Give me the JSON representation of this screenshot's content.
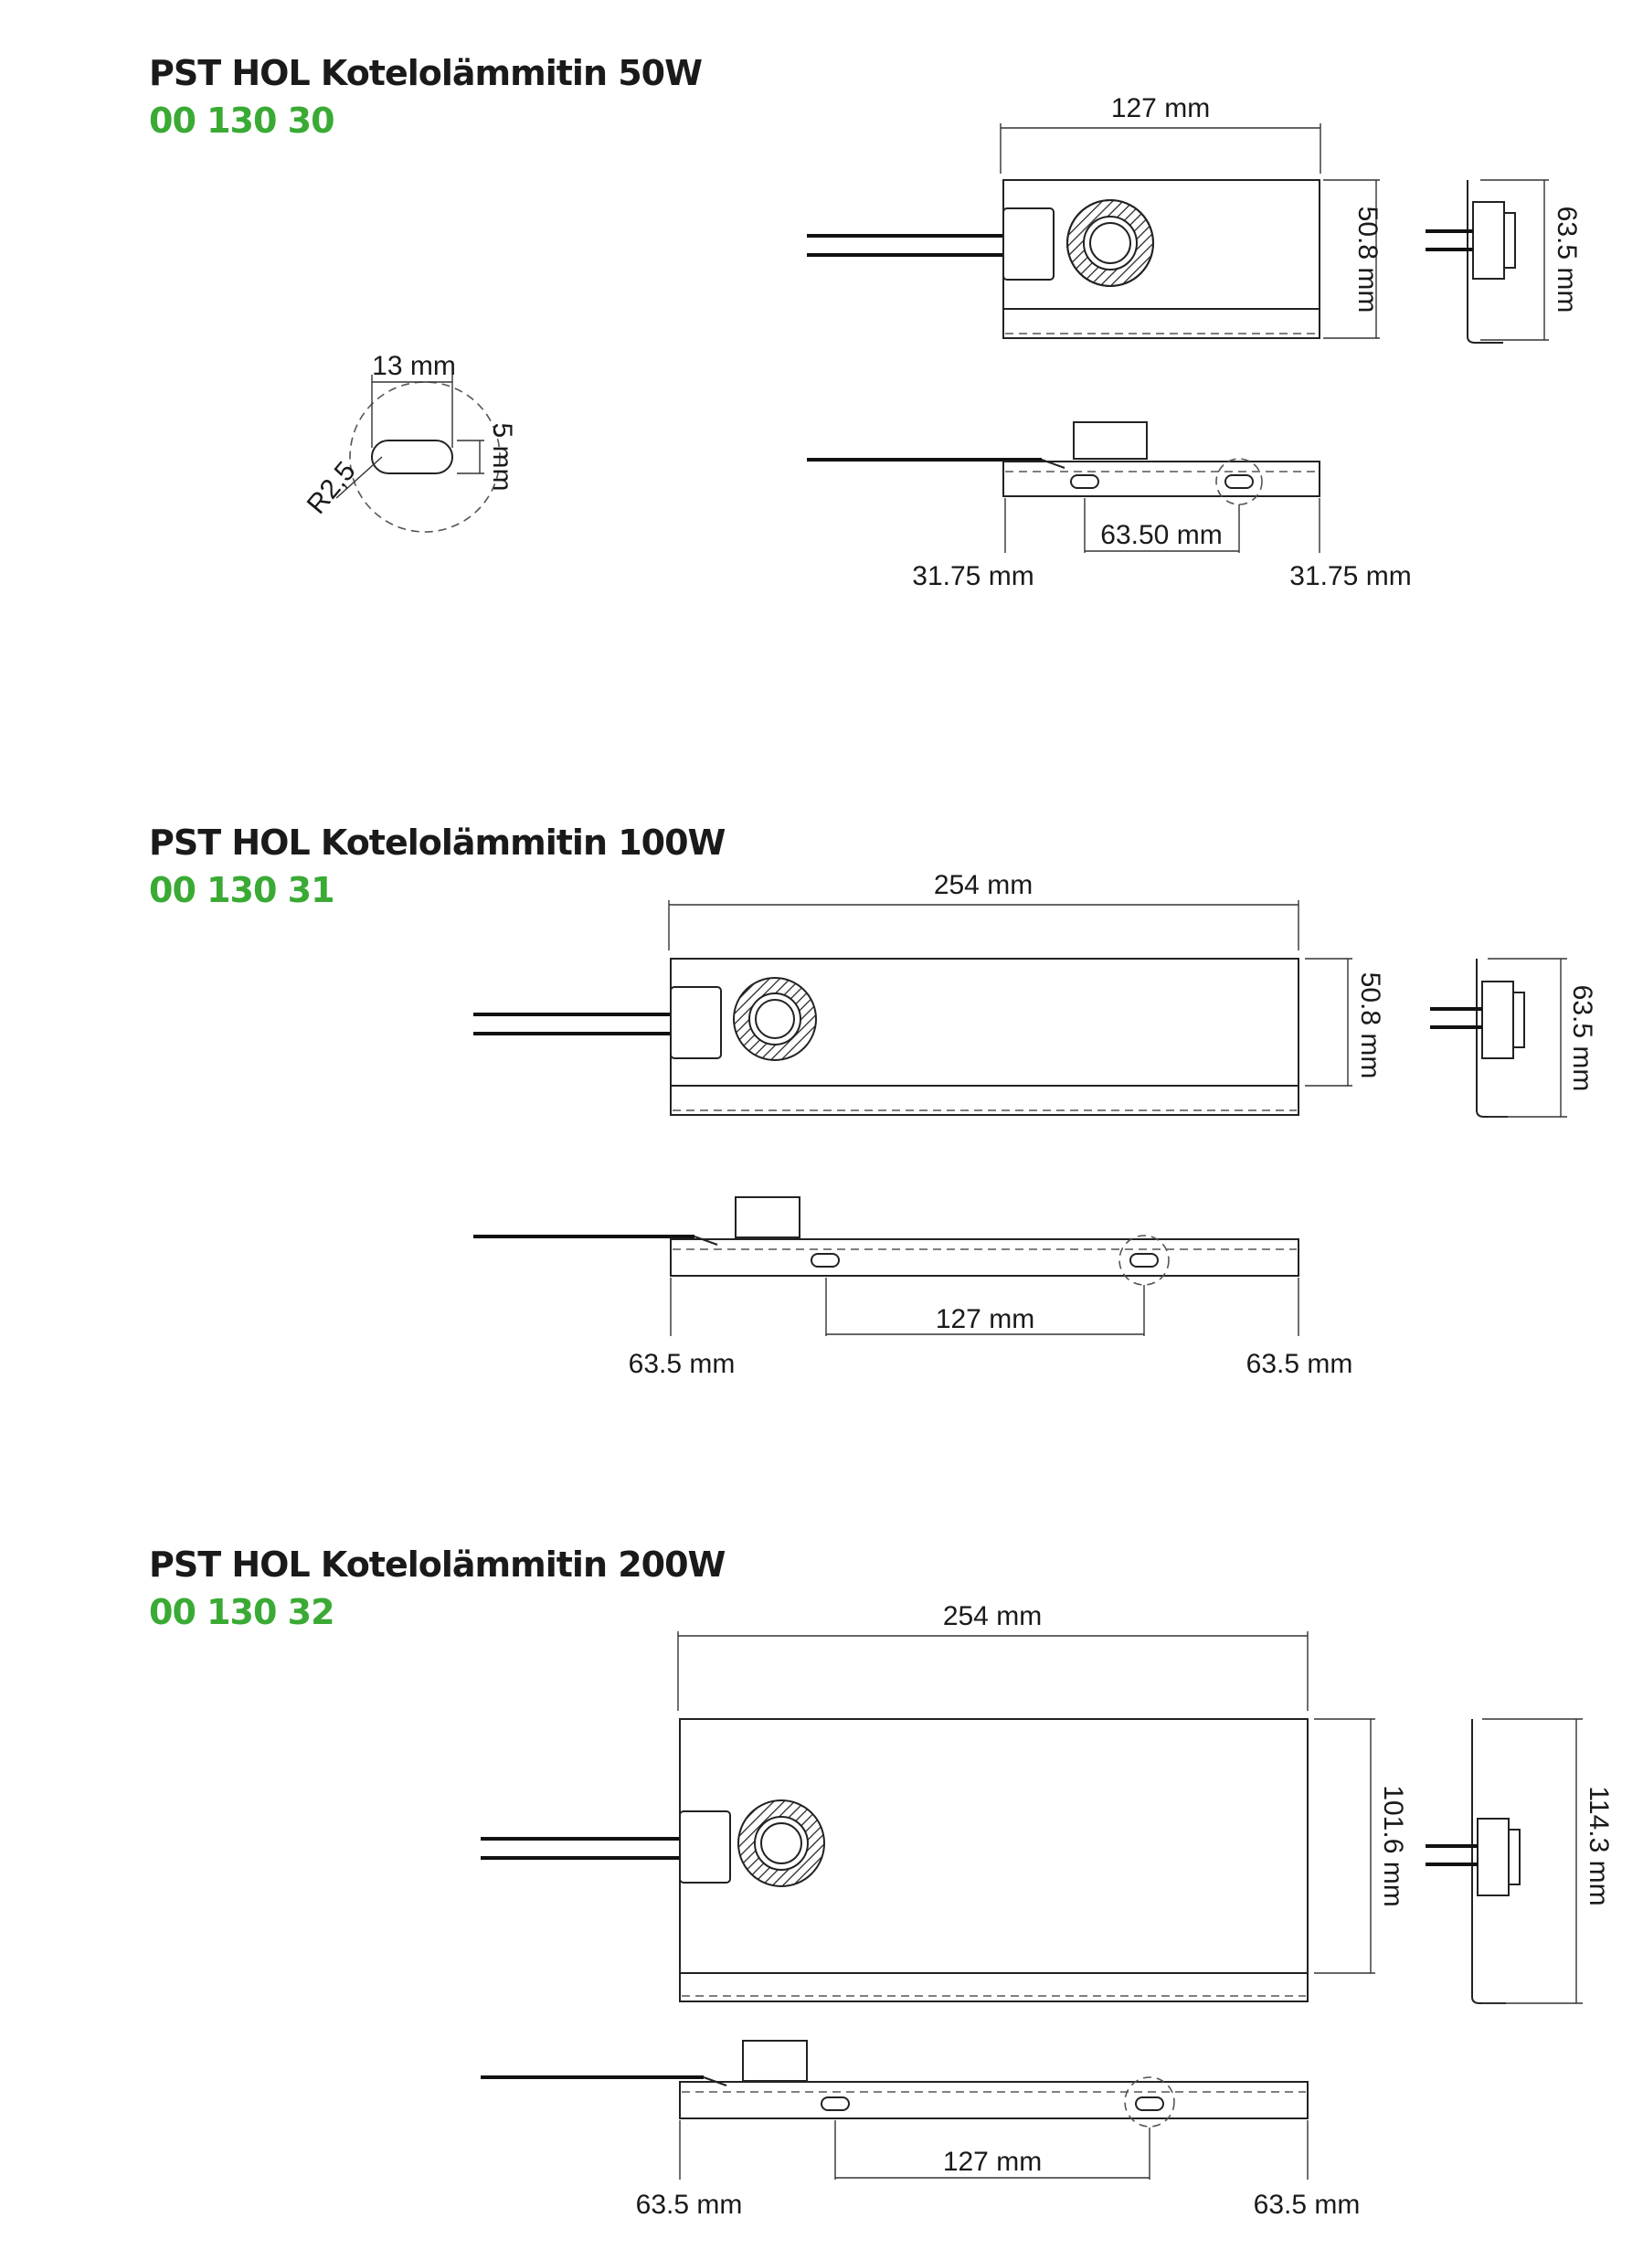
{
  "products": [
    {
      "title": "PST HOL Kotelolämmitin 50W",
      "code": "00 130 30",
      "dims": {
        "length": "127 mm",
        "height": "50.8 mm",
        "side_height": "63.5 mm",
        "hole_spacing": "63.50 mm",
        "left_offset": "31.75 mm",
        "right_offset": "31.75 mm"
      },
      "slot_detail": {
        "width": "13 mm",
        "height": "5 mm",
        "radius": "R2,5"
      }
    },
    {
      "title": "PST HOL Kotelolämmitin 100W",
      "code": "00 130 31",
      "dims": {
        "length": "254 mm",
        "height": "50.8 mm",
        "side_height": "63.5 mm",
        "hole_spacing": "127 mm",
        "left_offset": "63.5 mm",
        "right_offset": "63.5 mm"
      }
    },
    {
      "title": "PST HOL Kotelolämmitin 200W",
      "code": "00 130 32",
      "dims": {
        "length": "254 mm",
        "height": "101.6 mm",
        "side_height": "114.3 mm",
        "hole_spacing": "127 mm",
        "left_offset": "63.5 mm",
        "right_offset": "63.5 mm"
      }
    }
  ],
  "colors": {
    "title": "#1a1a1a",
    "code": "#3aaa35",
    "line": "#222222"
  }
}
